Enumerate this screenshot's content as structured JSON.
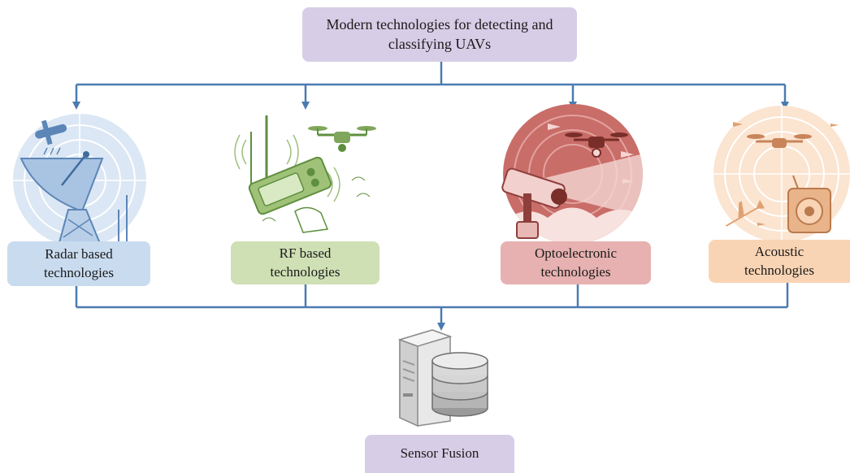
{
  "title": "Modern technologies for detecting and classifying UAVs",
  "categories": [
    {
      "label": "Radar based technologies",
      "icon": "radar-dish-icon",
      "color": "#c9dbef",
      "tint": "#8fb0d8"
    },
    {
      "label": "RF based technologies",
      "icon": "rf-controller-drone-icon",
      "color": "#cfe0b4",
      "tint": "#7fa65a"
    },
    {
      "label": "Optoelectronic technologies",
      "icon": "surveillance-camera-icon",
      "color": "#e6b1b0",
      "tint": "#b55a55"
    },
    {
      "label": "Acoustic technologies",
      "icon": "acoustic-sensor-icon",
      "color": "#f9d4b4",
      "tint": "#e0a070"
    }
  ],
  "bottom": {
    "label": "Sensor Fusion",
    "icon": "server-database-icon"
  },
  "colors": {
    "title_box": "#d8cde6",
    "bottom_box": "#d8cde6",
    "connector": "#4a7bb0"
  }
}
